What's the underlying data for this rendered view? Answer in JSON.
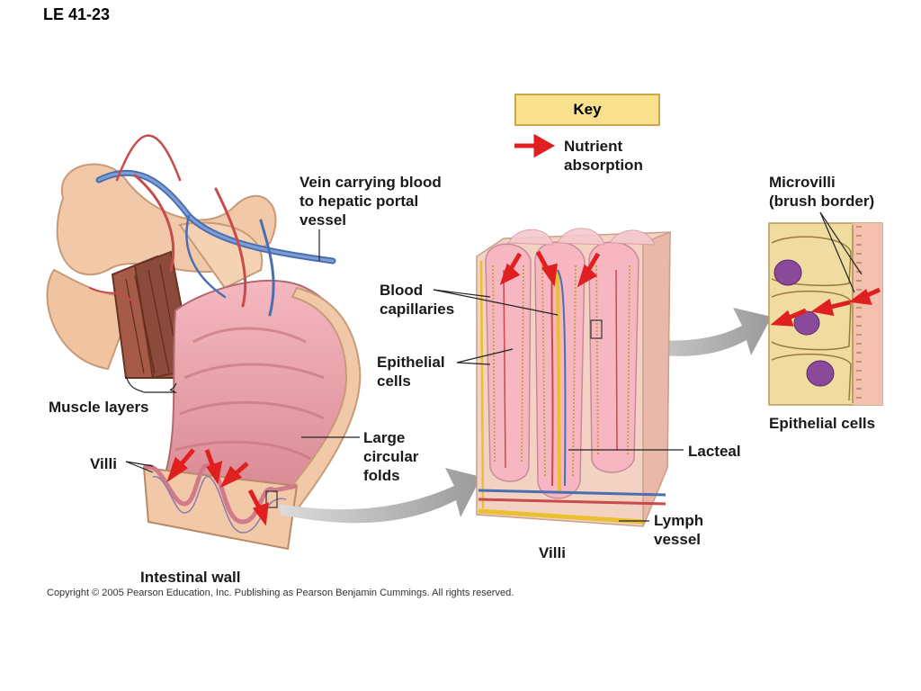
{
  "figure_id": "LE 41-23",
  "key": {
    "title": "Key",
    "nutrient": "Nutrient\nabsorption"
  },
  "labels": {
    "vein": "Vein carrying blood\nto hepatic portal\nvessel",
    "muscle_layers": "Muscle layers",
    "villi_left": "Villi",
    "large_folds": "Large\ncircular\nfolds",
    "intestinal_wall": "Intestinal wall",
    "blood_capillaries": "Blood\ncapillaries",
    "epithelial_cells_mid": "Epithelial\ncells",
    "lacteal": "Lacteal",
    "lymph_vessel": "Lymph\nvessel",
    "villi_center": "Villi",
    "microvilli": "Microvilli\n(brush border)",
    "epithelial_cells_right": "Epithelial cells"
  },
  "copyright": "Copyright ©  2005 Pearson Education, Inc. Publishing as Pearson Benjamin Cummings. All rights reserved.",
  "colors": {
    "tissue_pink": "#e8a0a8",
    "muscle": "#8b4a3a",
    "vein_blue": "#4a6fb0",
    "artery_red": "#c84a4a",
    "lymph_yellow": "#e8c030",
    "arrow_red": "#e02020",
    "zoom_gray": "#9a9a9a",
    "cell_beige": "#f0dca0",
    "nucleus": "#8a4a9a"
  }
}
